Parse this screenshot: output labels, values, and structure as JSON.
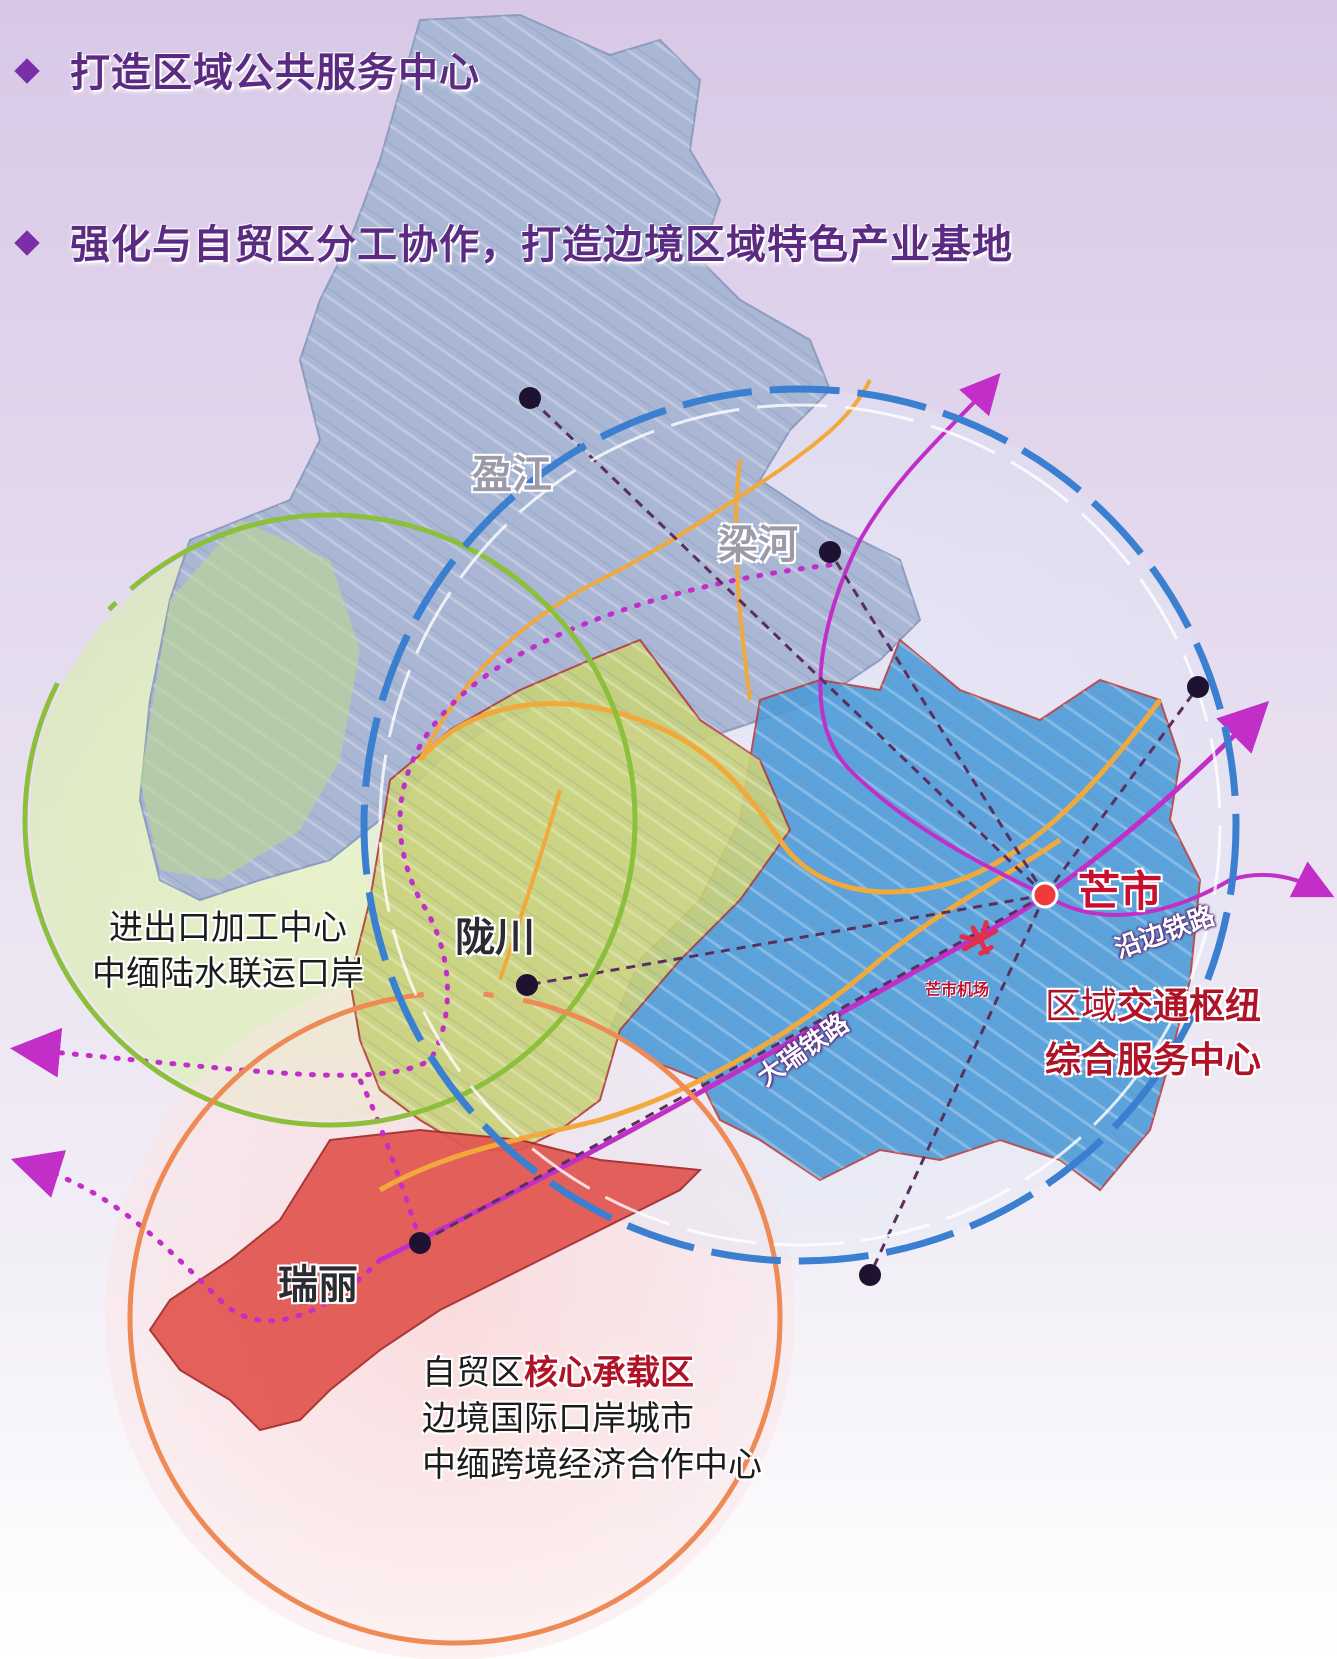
{
  "headlines": [
    "打造区域公共服务中心",
    "强化与自贸区分工协作，打造边境区域特色产业基地"
  ],
  "places": {
    "yingjiang": "盈江",
    "lianghe": "梁河",
    "longchuan": "陇川",
    "ruili": "瑞丽",
    "mangshi": "芒市",
    "airport": "芒市机场"
  },
  "callouts": {
    "longchuan_line1": "进出口加工中心",
    "longchuan_line2": "中缅陆水联运口岸",
    "mangshi_line1_a": "区域",
    "mangshi_line1_b": "交通枢纽",
    "mangshi_line2": "综合服务中心",
    "ruili_line1_a": "自贸区",
    "ruili_line1_b": "核心承载区",
    "ruili_line2": "边境国际口岸城市",
    "ruili_line3": "中缅跨境经济合作中心"
  },
  "railways": {
    "border": "沿边铁路",
    "dali_ruili": "大瑞铁路"
  },
  "colors": {
    "headline": "#5b2a82",
    "highlight_red": "#c8102e",
    "ring_blue": "#3a7fd0",
    "ring_green": "#8cbf3a",
    "ring_orange": "#ee8a55",
    "railway_magenta": "#c12fc8",
    "road_orange": "#f2a93b",
    "mangshi_zone": "#4a9ad8",
    "longchuan_zone": "#c9d27a",
    "ruili_zone": "#e2554f"
  }
}
